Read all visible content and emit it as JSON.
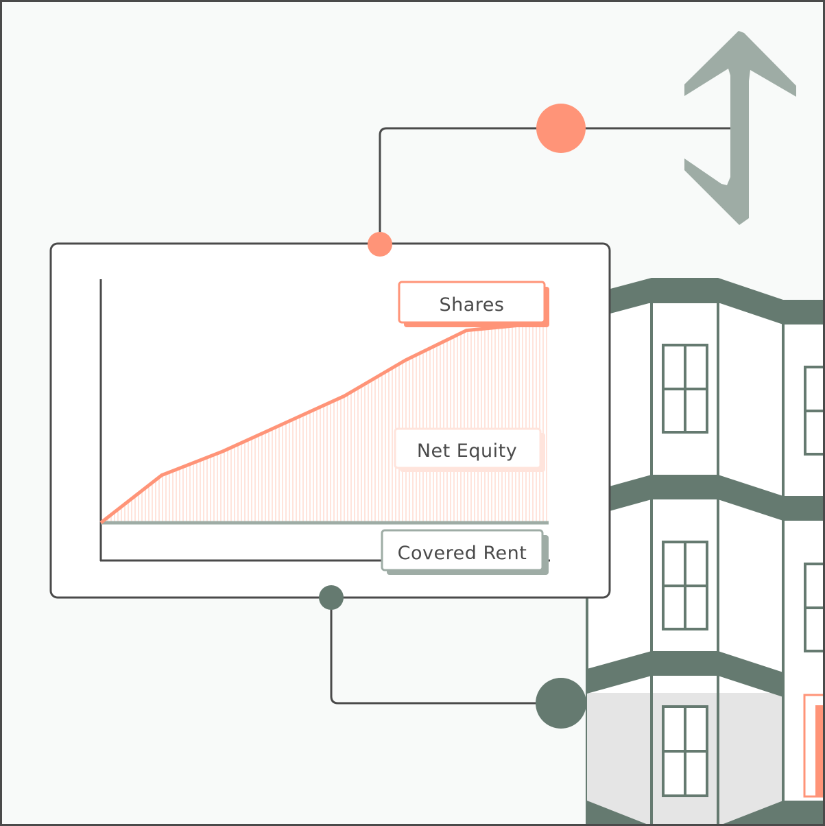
{
  "colors": {
    "background": "#f8faf9",
    "frame": "#4a4a4a",
    "salmon": "#ff9478",
    "salmon_light": "#ffe4dc",
    "dark_green": "#657a70",
    "gray_green": "#9eaca5",
    "window_fill": "#ffffff",
    "ground_floor": "#e5e5e5"
  },
  "icons": {
    "arrow": "up-down-arrow-icon",
    "building": "building-icon"
  },
  "chart": {
    "labels": {
      "shares": "Shares",
      "net_equity": "Net Equity",
      "covered_rent": "Covered Rent"
    }
  },
  "chart_data": {
    "type": "area",
    "title": "",
    "xlabel": "",
    "ylabel": "",
    "x": [
      0,
      1,
      2,
      3,
      4,
      5,
      6,
      7
    ],
    "series": [
      {
        "name": "Shares",
        "values": [
          0,
          24,
          36,
          50,
          64,
          82,
          97,
          100
        ]
      },
      {
        "name": "Covered Rent",
        "values": [
          0,
          0,
          0,
          0,
          0,
          0,
          0,
          0
        ]
      }
    ],
    "xlim": [
      0,
      7
    ],
    "ylim": [
      0,
      100
    ],
    "grid": false
  }
}
